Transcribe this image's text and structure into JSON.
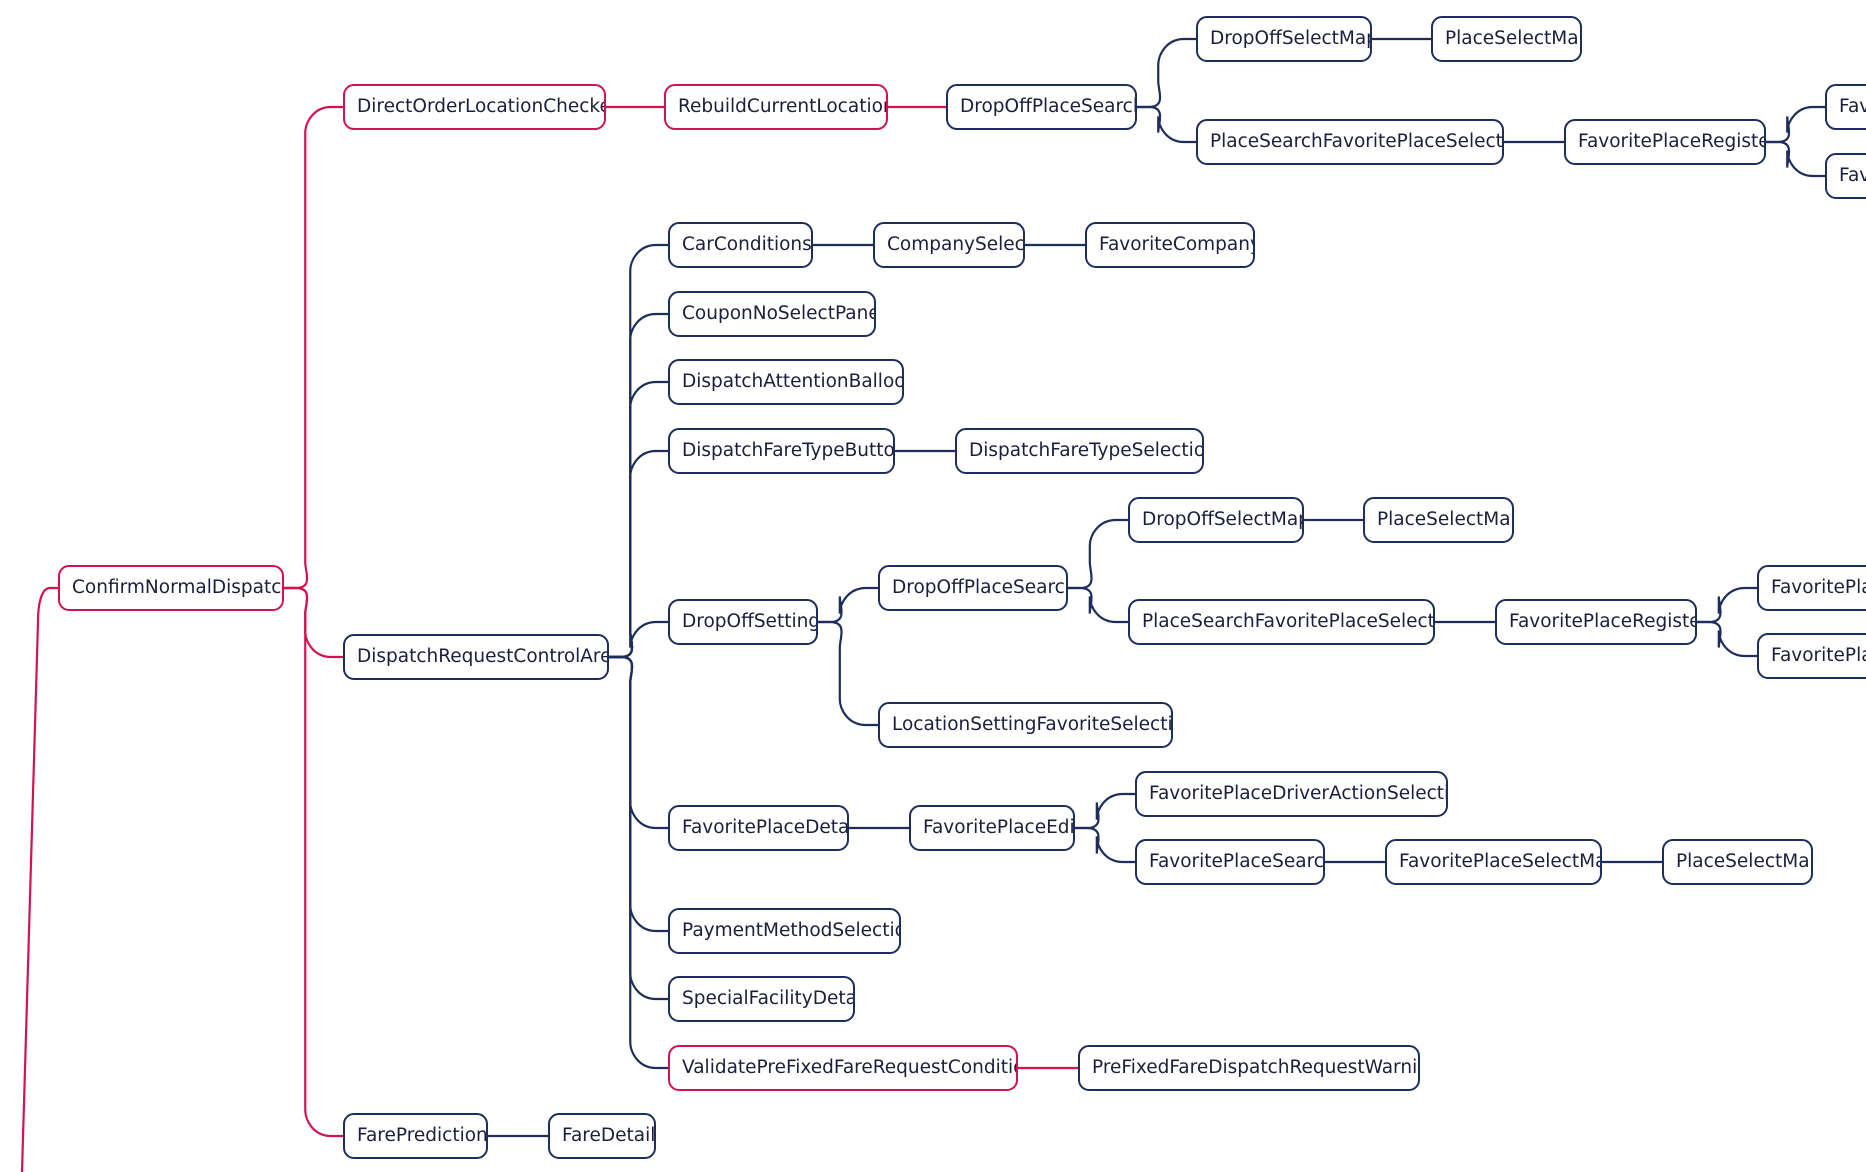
{
  "colors": {
    "tree": "#1d2d5c",
    "highlight": "#d3124e",
    "text": "#1b1f3b",
    "background": "#ffffff"
  },
  "nodes": [
    {
      "id": "root",
      "label": "ConfirmNormalDispatch",
      "highlight": true
    },
    {
      "id": "dolc",
      "label": "DirectOrderLocationChecker",
      "highlight": true
    },
    {
      "id": "rcl",
      "label": "RebuildCurrentLocation",
      "highlight": true
    },
    {
      "id": "dops1",
      "label": "DropOffPlaceSearch",
      "highlight": false
    },
    {
      "id": "dosm1",
      "label": "DropOffSelectMap",
      "highlight": false
    },
    {
      "id": "psm1",
      "label": "PlaceSelectMap",
      "highlight": false
    },
    {
      "id": "psfps1",
      "label": "PlaceSearchFavoritePlaceSelection",
      "highlight": false
    },
    {
      "id": "fpr1",
      "label": "FavoritePlaceRegister",
      "highlight": false
    },
    {
      "id": "fpr1a",
      "label": "Fav",
      "highlight": false
    },
    {
      "id": "fpr1b",
      "label": "Fav",
      "highlight": false
    },
    {
      "id": "drca",
      "label": "DispatchRequestControlArea",
      "highlight": false
    },
    {
      "id": "cc",
      "label": "CarConditions",
      "highlight": false
    },
    {
      "id": "cs",
      "label": "CompanySelect",
      "highlight": false
    },
    {
      "id": "fc",
      "label": "FavoriteCompany",
      "highlight": false
    },
    {
      "id": "cnsp",
      "label": "CouponNoSelectPanel",
      "highlight": false
    },
    {
      "id": "dab",
      "label": "DispatchAttentionBalloon",
      "highlight": false
    },
    {
      "id": "dftb",
      "label": "DispatchFareTypeButton",
      "highlight": false
    },
    {
      "id": "dfts",
      "label": "DispatchFareTypeSelection",
      "highlight": false
    },
    {
      "id": "dos",
      "label": "DropOffSetting",
      "highlight": false
    },
    {
      "id": "dops2",
      "label": "DropOffPlaceSearch",
      "highlight": false
    },
    {
      "id": "dosm2",
      "label": "DropOffSelectMap",
      "highlight": false
    },
    {
      "id": "psm2",
      "label": "PlaceSelectMap",
      "highlight": false
    },
    {
      "id": "psfps2",
      "label": "PlaceSearchFavoritePlaceSelection",
      "highlight": false
    },
    {
      "id": "fpr2",
      "label": "FavoritePlaceRegister",
      "highlight": false
    },
    {
      "id": "fpr2a",
      "label": "FavoritePlac",
      "highlight": false
    },
    {
      "id": "fpr2b",
      "label": "FavoritePlac",
      "highlight": false
    },
    {
      "id": "lsfs",
      "label": "LocationSettingFavoriteSelection",
      "highlight": false
    },
    {
      "id": "fpd",
      "label": "FavoritePlaceDetail",
      "highlight": false
    },
    {
      "id": "fpe",
      "label": "FavoritePlaceEdit",
      "highlight": false
    },
    {
      "id": "fpdas",
      "label": "FavoritePlaceDriverActionSelection",
      "highlight": false
    },
    {
      "id": "fps",
      "label": "FavoritePlaceSearch",
      "highlight": false
    },
    {
      "id": "fpsm",
      "label": "FavoritePlaceSelectMap",
      "highlight": false
    },
    {
      "id": "psm3",
      "label": "PlaceSelectMap",
      "highlight": false
    },
    {
      "id": "pms",
      "label": "PaymentMethodSelection",
      "highlight": false
    },
    {
      "id": "sfd",
      "label": "SpecialFacilityDetail",
      "highlight": false
    },
    {
      "id": "vpffrc",
      "label": "ValidatePreFixedFareRequestCondition",
      "highlight": true
    },
    {
      "id": "pffdrw",
      "label": "PreFixedFareDispatchRequestWarning",
      "highlight": false
    },
    {
      "id": "fp",
      "label": "FarePrediction",
      "highlight": false
    },
    {
      "id": "fd",
      "label": "FareDetail",
      "highlight": false
    }
  ],
  "edges": [
    {
      "from": "root",
      "to": "dolc",
      "highlight": true
    },
    {
      "from": "root",
      "to": "drca",
      "highlight": true
    },
    {
      "from": "root",
      "to": "fp",
      "highlight": true
    },
    {
      "from": "dolc",
      "to": "rcl",
      "highlight": true
    },
    {
      "from": "rcl",
      "to": "dops1",
      "highlight": true
    },
    {
      "from": "dops1",
      "to": "dosm1",
      "highlight": false
    },
    {
      "from": "dops1",
      "to": "psfps1",
      "highlight": false
    },
    {
      "from": "dosm1",
      "to": "psm1",
      "highlight": false
    },
    {
      "from": "psfps1",
      "to": "fpr1",
      "highlight": false
    },
    {
      "from": "fpr1",
      "to": "fpr1a",
      "highlight": false
    },
    {
      "from": "fpr1",
      "to": "fpr1b",
      "highlight": false
    },
    {
      "from": "drca",
      "to": "cc",
      "highlight": false
    },
    {
      "from": "drca",
      "to": "cnsp",
      "highlight": false
    },
    {
      "from": "drca",
      "to": "dab",
      "highlight": false
    },
    {
      "from": "drca",
      "to": "dftb",
      "highlight": false
    },
    {
      "from": "drca",
      "to": "dos",
      "highlight": false
    },
    {
      "from": "drca",
      "to": "fpd",
      "highlight": false
    },
    {
      "from": "drca",
      "to": "pms",
      "highlight": false
    },
    {
      "from": "drca",
      "to": "sfd",
      "highlight": false
    },
    {
      "from": "drca",
      "to": "vpffrc",
      "highlight": false
    },
    {
      "from": "cc",
      "to": "cs",
      "highlight": false
    },
    {
      "from": "cs",
      "to": "fc",
      "highlight": false
    },
    {
      "from": "dftb",
      "to": "dfts",
      "highlight": false
    },
    {
      "from": "dos",
      "to": "dops2",
      "highlight": false
    },
    {
      "from": "dos",
      "to": "lsfs",
      "highlight": false
    },
    {
      "from": "dops2",
      "to": "dosm2",
      "highlight": false
    },
    {
      "from": "dops2",
      "to": "psfps2",
      "highlight": false
    },
    {
      "from": "dosm2",
      "to": "psm2",
      "highlight": false
    },
    {
      "from": "psfps2",
      "to": "fpr2",
      "highlight": false
    },
    {
      "from": "fpr2",
      "to": "fpr2a",
      "highlight": false
    },
    {
      "from": "fpr2",
      "to": "fpr2b",
      "highlight": false
    },
    {
      "from": "fpd",
      "to": "fpe",
      "highlight": false
    },
    {
      "from": "fpe",
      "to": "fpdas",
      "highlight": false
    },
    {
      "from": "fpe",
      "to": "fps",
      "highlight": false
    },
    {
      "from": "fps",
      "to": "fpsm",
      "highlight": false
    },
    {
      "from": "fpsm",
      "to": "psm3",
      "highlight": false
    },
    {
      "from": "vpffrc",
      "to": "pffdrw",
      "highlight": true
    },
    {
      "from": "fp",
      "to": "fd",
      "highlight": false
    }
  ],
  "offscreen_edges": [
    {
      "from": "root",
      "highlight": true
    }
  ]
}
